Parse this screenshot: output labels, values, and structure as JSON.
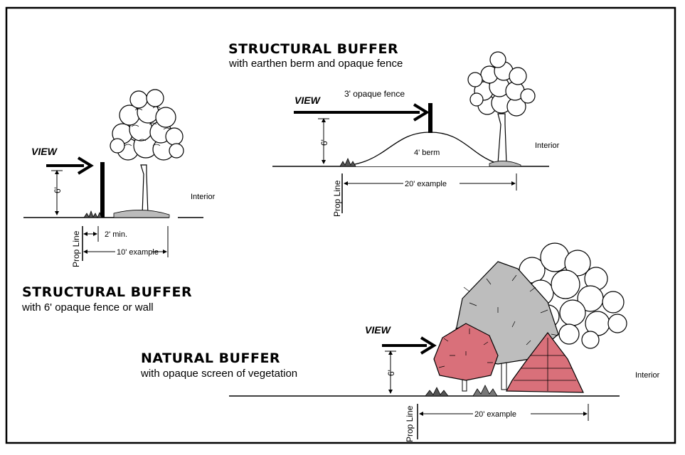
{
  "panel_fence": {
    "title": "STRUCTURAL BUFFER",
    "subtitle": "with 6' opaque fence or wall",
    "view_label": "VIEW",
    "height_label": "6'",
    "min_label": "2' min.",
    "width_label": "10' example",
    "prop_line_label": "Prop Line",
    "interior_label": "Interior"
  },
  "panel_berm": {
    "title": "STRUCTURAL BUFFER",
    "subtitle": "with earthen berm and opaque fence",
    "view_label": "VIEW",
    "fence_label": "3' opaque fence",
    "berm_label": "4' berm",
    "height_label": "6'",
    "width_label": "20' example",
    "prop_line_label": "Prop Line",
    "interior_label": "Interior"
  },
  "panel_natural": {
    "title": "NATURAL BUFFER",
    "subtitle": "with opaque screen of vegetation",
    "view_label": "VIEW",
    "height_label": "6'",
    "width_label": "20' example",
    "prop_line_label": "Prop Line",
    "interior_label": "Interior"
  },
  "colors": {
    "ink": "#000000",
    "red_tree": "#d9707a",
    "gray_tree": "#bdbdbd"
  }
}
